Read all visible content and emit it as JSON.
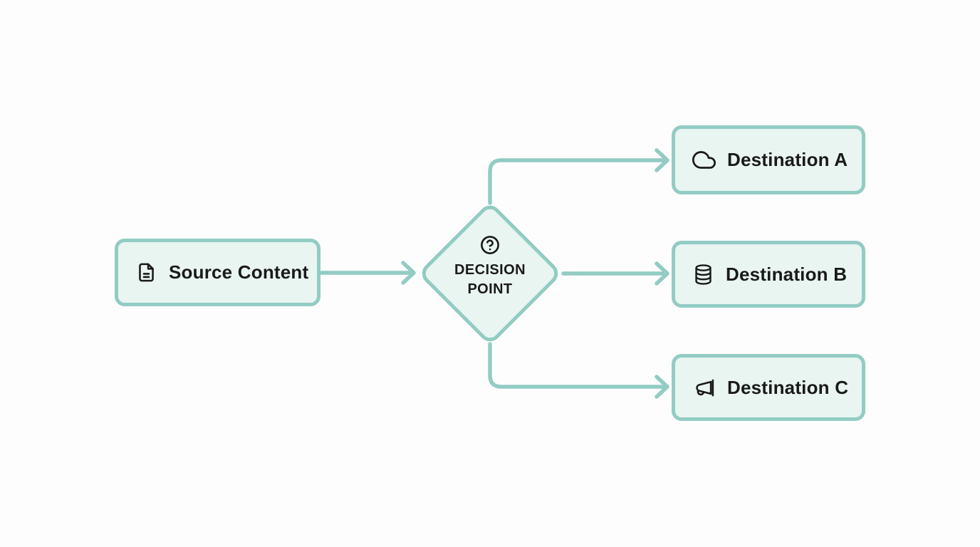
{
  "diagram": {
    "background": "#fdfdfd",
    "colors": {
      "stroke": "#92ccc3",
      "node_fill": "#e9f5f1",
      "ink": "#1a1a1a"
    },
    "nodes": {
      "source": {
        "label": "Source Content",
        "icon": "document-icon"
      },
      "decision": {
        "label": "DECISION POINT",
        "icon": "question-icon"
      },
      "dest_a": {
        "label": "Destination A",
        "icon": "cloud-icon"
      },
      "dest_b": {
        "label": "Destination B",
        "icon": "database-icon"
      },
      "dest_c": {
        "label": "Destination C",
        "icon": "megaphone-icon"
      }
    },
    "edges": [
      {
        "from": "source",
        "to": "decision"
      },
      {
        "from": "decision",
        "to": "dest_a"
      },
      {
        "from": "decision",
        "to": "dest_b"
      },
      {
        "from": "decision",
        "to": "dest_c"
      }
    ]
  }
}
